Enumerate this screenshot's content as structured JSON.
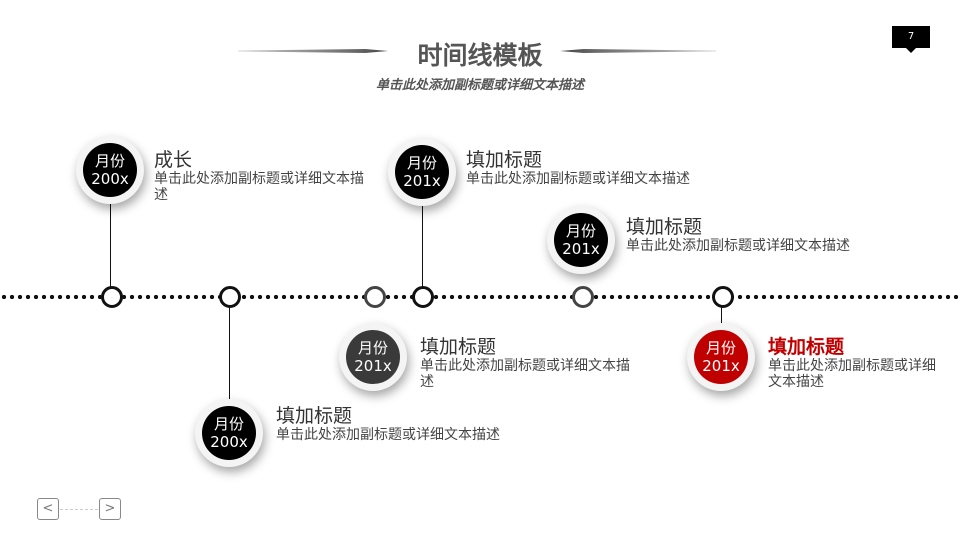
{
  "header": {
    "title": "时间线模板",
    "subtitle": "单击此处添加副标题或详细文本描述",
    "page_number": "7"
  },
  "items": [
    {
      "month": "月份",
      "year": "200x",
      "title": "成长",
      "desc": "单击此处添加副标题或详细文本描述"
    },
    {
      "month": "月份",
      "year": "200x",
      "title": "填加标题",
      "desc": "单击此处添加副标题或详细文本描述"
    },
    {
      "month": "月份",
      "year": "201x",
      "title": "填加标题",
      "desc": "单击此处添加副标题或详细文本描述"
    },
    {
      "month": "月份",
      "year": "201x",
      "title": "填加标题",
      "desc": "单击此处添加副标题或详细文本描述"
    },
    {
      "month": "月份",
      "year": "201x",
      "title": "填加标题",
      "desc": "单击此处添加副标题或详细文本描述"
    },
    {
      "month": "月份",
      "year": "201x",
      "title": "填加标题",
      "desc": "单击此处添加副标题或详细文本描述"
    }
  ],
  "nav": {
    "prev": "<",
    "next": ">"
  },
  "colors": {
    "accent": "#c00000",
    "dark": "#000000",
    "gray": "#3a3a3a"
  }
}
